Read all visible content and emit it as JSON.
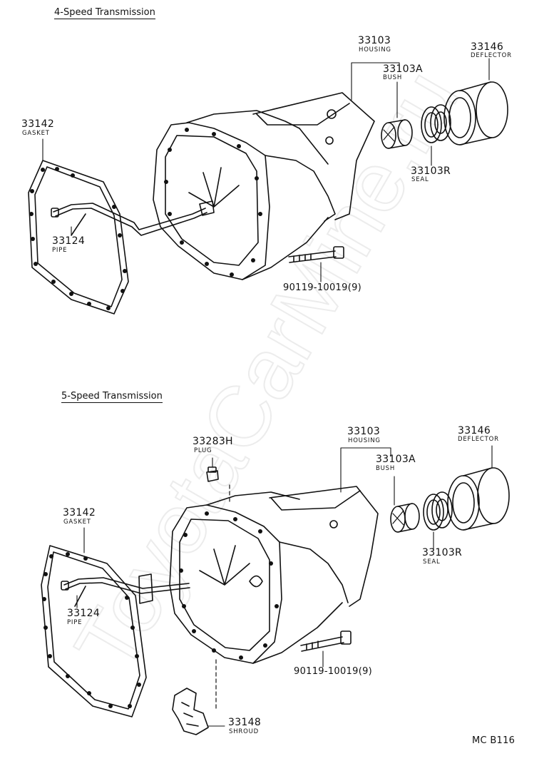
{
  "sections": [
    {
      "title": "4-Speed Transmission",
      "housing": {
        "number": "33103",
        "name": "HOUSING"
      },
      "bush": {
        "number": "33103A",
        "name": "BUSH"
      },
      "deflector": {
        "number": "33146",
        "name": "DEFLECTOR"
      },
      "gasket": {
        "number": "33142",
        "name": "GASKET"
      },
      "pipe": {
        "number": "33124",
        "name": "PIPE"
      },
      "seal": {
        "number": "33103R",
        "name": "SEAL"
      },
      "bolt": {
        "code": "90119-10019(9)"
      }
    },
    {
      "title": "5-Speed Transmission",
      "plug": {
        "number": "33283H",
        "name": "PLUG"
      },
      "housing": {
        "number": "33103",
        "name": "HOUSING"
      },
      "bush": {
        "number": "33103A",
        "name": "BUSH"
      },
      "deflector": {
        "number": "33146",
        "name": "DEFLECTOR"
      },
      "gasket": {
        "number": "33142",
        "name": "GASKET"
      },
      "pipe": {
        "number": "33124",
        "name": "PIPE"
      },
      "seal": {
        "number": "33103R",
        "name": "SEAL"
      },
      "bolt": {
        "code": "90119-10019(9)"
      },
      "shroud": {
        "number": "33148",
        "name": "SHROUD"
      }
    }
  ],
  "figure_code": "MC B116",
  "watermark": "ToyotaCarMine.ru"
}
